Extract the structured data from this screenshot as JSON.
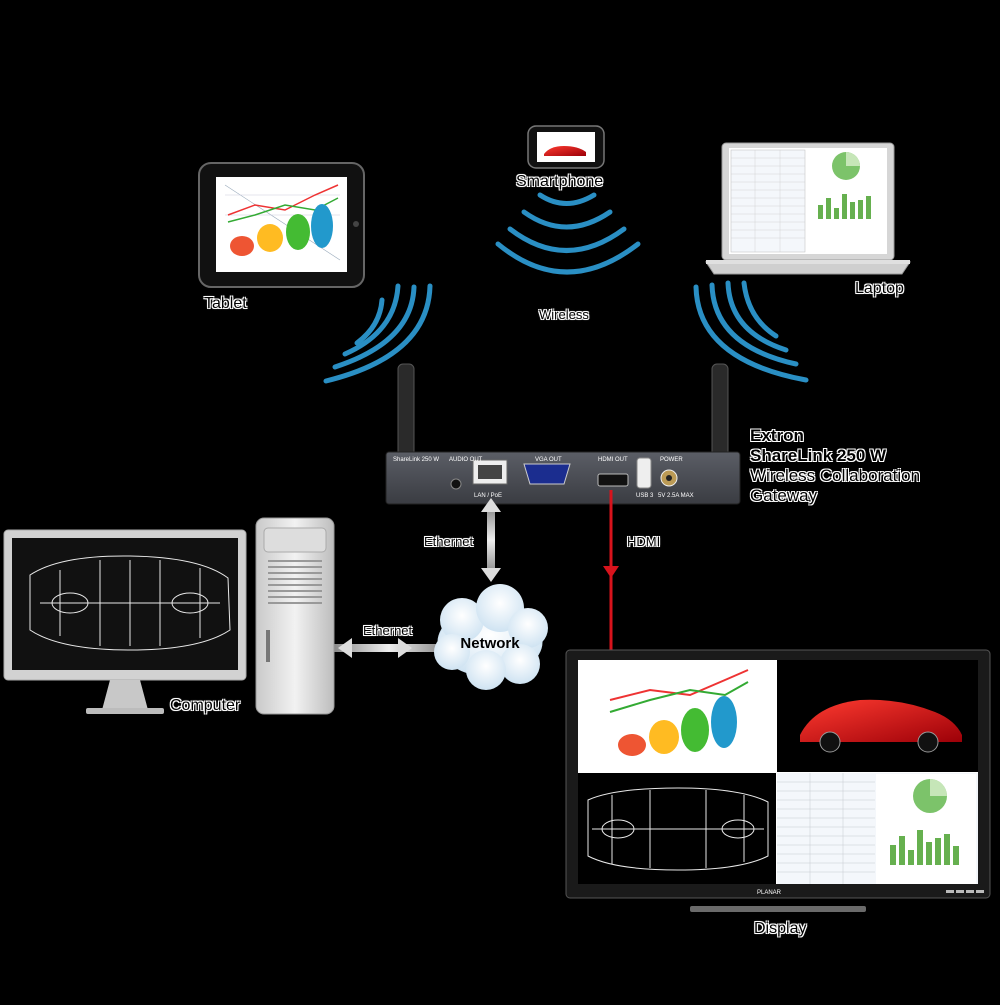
{
  "devices": {
    "tablet": "Tablet",
    "smartphone": "Smartphone",
    "laptop": "Laptop",
    "computer": "Computer",
    "display": "Display"
  },
  "links": {
    "wireless": "Wireless",
    "ethernet_device": "Ethernet",
    "hdmi": "HDMI",
    "ethernet_computer": "Ethernet"
  },
  "network": {
    "label": "Network"
  },
  "product": {
    "brand": "Extron",
    "model": "ShareLink 250 W",
    "line1": "Wireless Collaboration",
    "line2": "Gateway"
  },
  "device_panel": {
    "model_badge": "ShareLink 250 W",
    "audio_out": "AUDIO OUT",
    "lan_poe": "LAN / PoE",
    "vga_out": "VGA OUT",
    "hdmi_out": "HDMI OUT",
    "usb3": "USB 3",
    "power": "POWER",
    "power_rating": "5V 2.5A MAX"
  },
  "display_bezel": {
    "brand": "PLANAR"
  },
  "colors": {
    "wave": "#2a8fc4",
    "hdmi_cable": "#d8131c",
    "ethernet_arrow": "#b8b8b8",
    "device_body": "#4a4c52"
  }
}
